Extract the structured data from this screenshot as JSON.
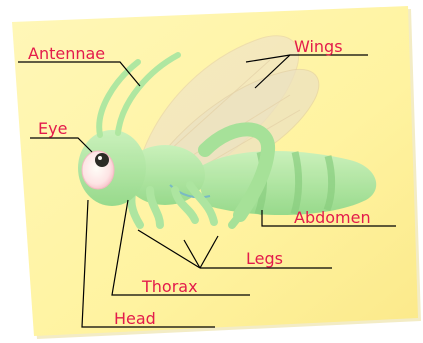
{
  "diagram": {
    "labels": {
      "antennae": "Antennae",
      "wings": "Wings",
      "eye": "Eye",
      "abdomen": "Abdomen",
      "legs": "Legs",
      "thorax": "Thorax",
      "head": "Head"
    },
    "colors": {
      "label": "#e31b4b",
      "note_paper": "#fff6a8",
      "insect_body": "#a8e6a0",
      "leader_line": "#000000"
    }
  }
}
